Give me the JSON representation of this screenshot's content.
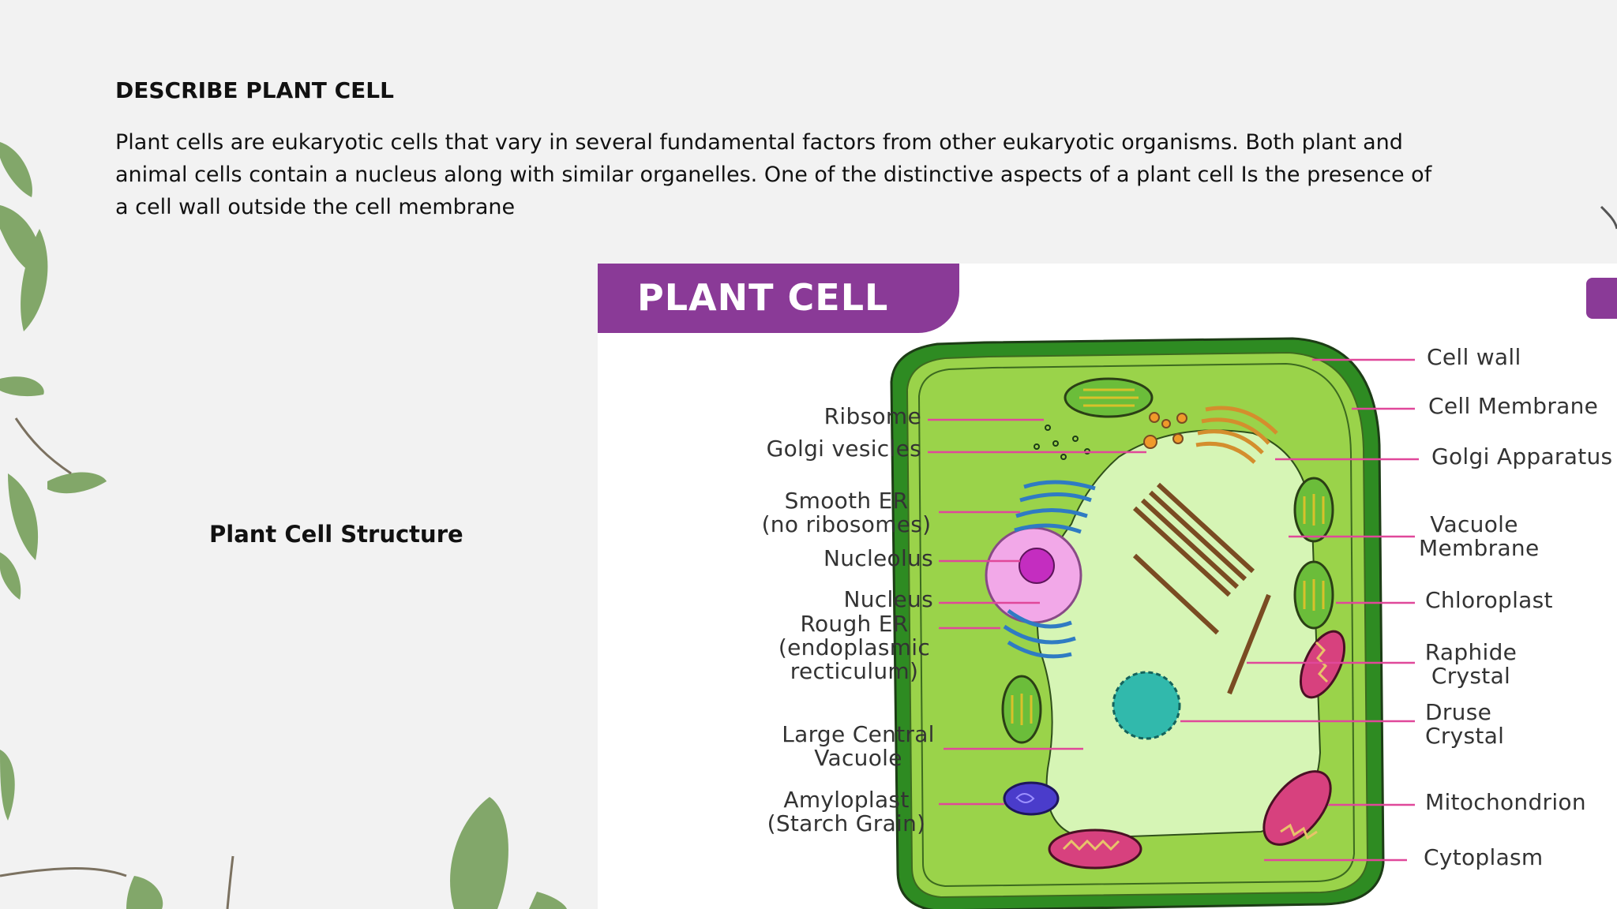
{
  "slide": {
    "heading": "DESCRIBE PLANT CELL",
    "body": "Plant cells are eukaryotic cells that vary in several fundamental factors from other eukaryotic organisms. Both plant and animal cells contain a nucleus along with similar organelles. One of the distinctive aspects of a plant cell Is the presence of a cell wall outside the cell membrane",
    "caption": "Plant Cell Structure"
  },
  "diagram": {
    "title": "PLANT CELL",
    "colors": {
      "banner": "#8a3a97",
      "cell_wall": "#2e8b22",
      "cytoplasm": "#9ad34a",
      "vacuole": "#d6f5b5",
      "arrow": "#e0489a"
    },
    "labels_left": {
      "ribosome": "Ribsome",
      "golgi_vesicles": "Golgi vesicles",
      "smooth_er": "Smooth ER\n(no ribosomes)",
      "nucleolus": "Nucleolus",
      "nucleus": "Nucleus",
      "rough_er": "Rough ER\n(endoplasmic\nrecticulum)",
      "large_central_vacuole": "Large Central\nVacuole",
      "amyloplast": "Amyloplast\n(Starch Grain)"
    },
    "labels_right": {
      "cell_wall": "Cell wall",
      "cell_membrane": "Cell Membrane",
      "golgi_apparatus": "Golgi Apparatus",
      "vacuole_membrane": "Vacuole\nMembrane",
      "chloroplast": "Chloroplast",
      "raphide_crystal": "Raphide\nCrystal",
      "druse_crystal": "Druse\nCrystal",
      "mitochondrion": "Mitochondrion",
      "cytoplasm": "Cytoplasm"
    }
  }
}
